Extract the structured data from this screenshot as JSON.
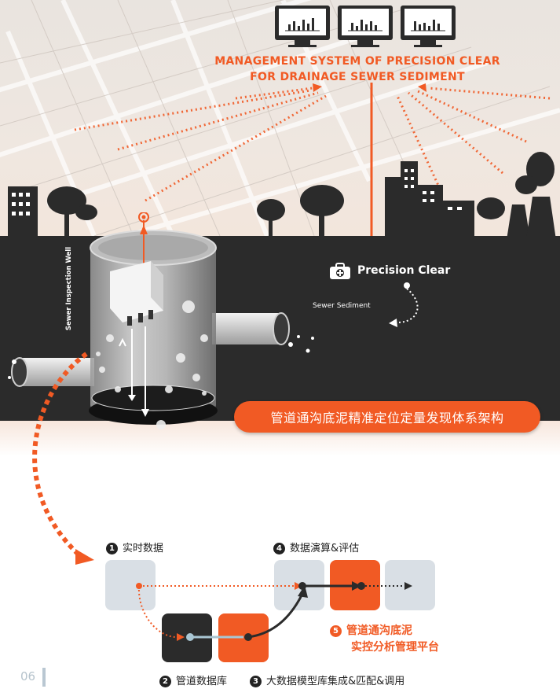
{
  "header": {
    "title_line1": "MANAGEMENT SYSTEM OF PRECISION CLEAR",
    "title_line2": "FOR DRAINAGE SEWER SEDIMENT"
  },
  "illustration": {
    "precision_clear_label": "Precision Clear",
    "sewer_sediment_label": "Sewer Sediment",
    "inspection_well_label": "Sewer Inspection Well",
    "banner_text": "管道通沟底泥精准定位定量发现体系架构"
  },
  "flow": {
    "step1": {
      "num": "1",
      "label": "实时数据"
    },
    "step2": {
      "num": "2",
      "label": "管道数据库"
    },
    "step3": {
      "num": "3",
      "label": "大数据模型库集成&匹配&调用"
    },
    "step4": {
      "num": "4",
      "label": "数据演算&评估"
    },
    "step5": {
      "num": "5",
      "label_line1": "管道通沟底泥",
      "label_line2": "实控分析管理平台"
    }
  },
  "footer": {
    "page_number": "06"
  },
  "colors": {
    "accent": "#f15a24",
    "dark": "#2b2b2b",
    "light_box": "#d9dfe5"
  }
}
